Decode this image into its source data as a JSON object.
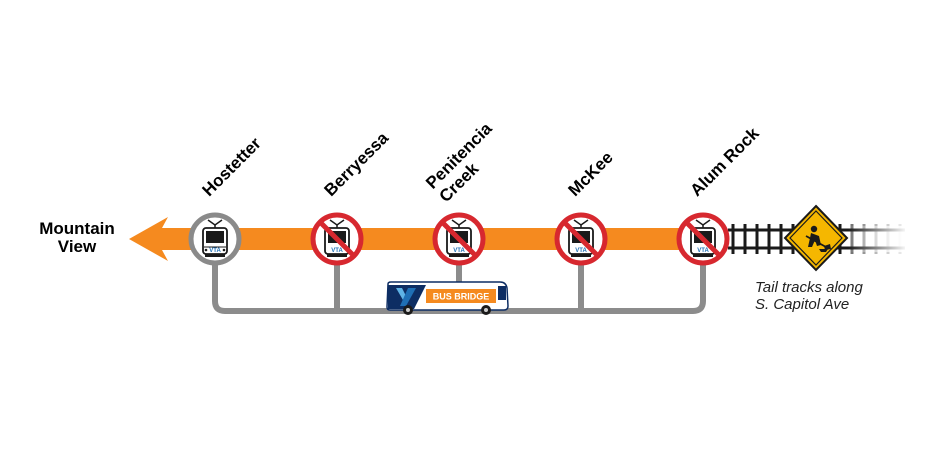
{
  "destination": {
    "line1": "Mountain",
    "line2": "View"
  },
  "stations": [
    {
      "id": "hostetter",
      "lines": [
        "Hostetter"
      ],
      "closed": false
    },
    {
      "id": "berryessa",
      "lines": [
        "Berryessa"
      ],
      "closed": true
    },
    {
      "id": "penitencia-creek",
      "lines": [
        "Penitencia",
        "Creek"
      ],
      "closed": true
    },
    {
      "id": "mckee",
      "lines": [
        "McKee"
      ],
      "closed": true
    },
    {
      "id": "alum-rock",
      "lines": [
        "Alum Rock"
      ],
      "closed": true
    }
  ],
  "bus": {
    "label": "BUS BRIDGE"
  },
  "note": {
    "line1": "Tail tracks along",
    "line2": "S. Capitol Ave"
  },
  "colors": {
    "line_orange": "#f58a1f",
    "closed_red": "#d7282f",
    "open_gray": "#8a8a8a",
    "bridge_gray": "#8c8c8c",
    "bus_blue": "#0d2d63",
    "bus_orange": "#f58a1f",
    "warning_yellow": "#f5b700"
  }
}
